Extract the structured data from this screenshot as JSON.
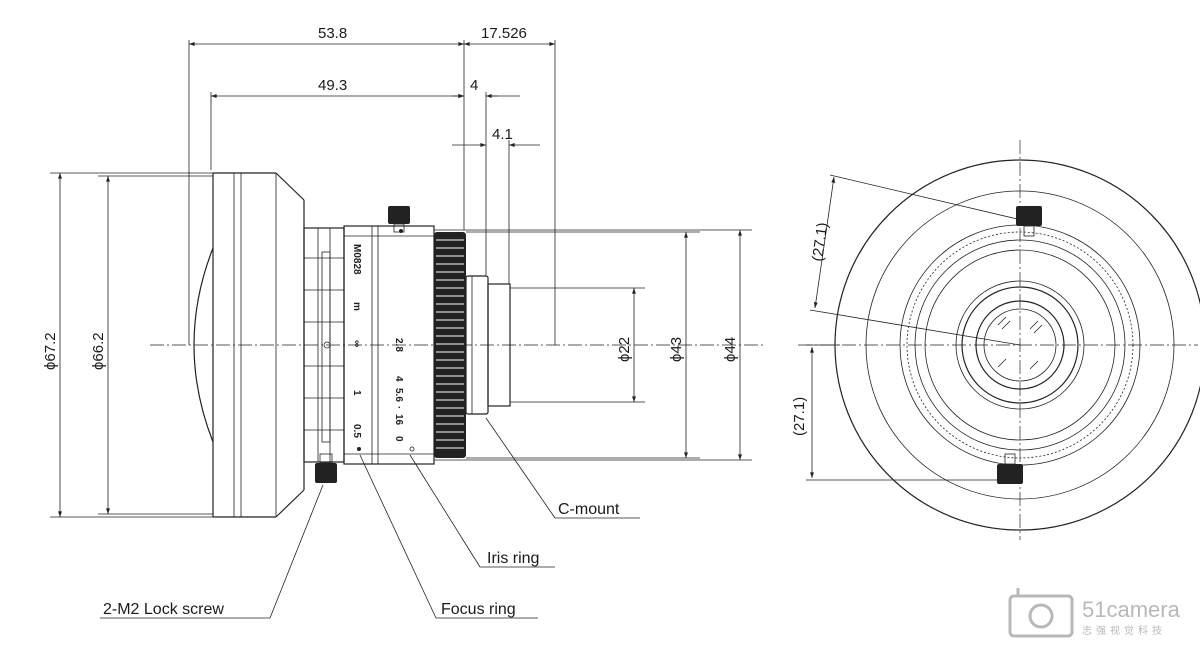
{
  "side_view": {
    "dims_top": [
      "53.8",
      "17.526",
      "49.3",
      "4",
      "4.1"
    ],
    "dims_dia": [
      "ϕ67.2",
      "ϕ66.2",
      "ϕ22",
      "ϕ43",
      "ϕ44"
    ],
    "barrel_marks": [
      "M0828",
      "m",
      "∞",
      "1",
      "0.5",
      "2.8",
      "4",
      "5.6",
      "·",
      "16",
      "0"
    ]
  },
  "front_view": {
    "dims": [
      "(27.1)",
      "(27.1)"
    ]
  },
  "callouts": {
    "c_mount": "C-mount",
    "iris_ring": "Iris ring",
    "focus_ring": "Focus ring",
    "lock_screw": "2-M2 Lock screw"
  },
  "logo": {
    "name": "51camera",
    "sub": "志强视觉科技"
  },
  "colors": {
    "line": "#222222",
    "logo": "#b8b8b8"
  }
}
